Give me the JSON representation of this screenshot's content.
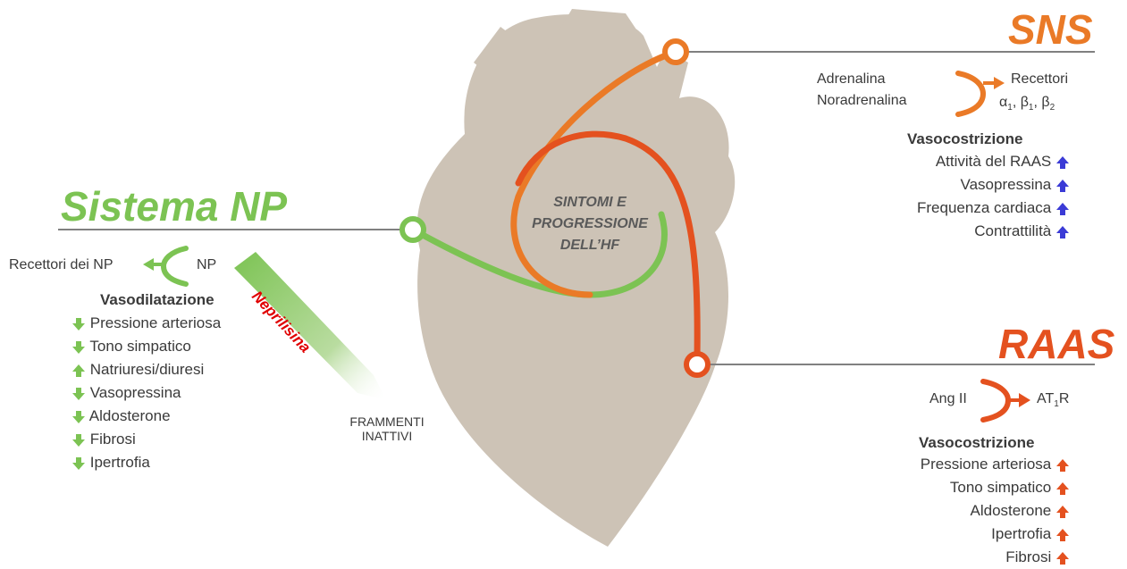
{
  "center": {
    "line1": "SINTOMI E",
    "line2": "PROGRESSIONE",
    "line3": "DELL’HF"
  },
  "sns": {
    "title": "SNS",
    "ligand1": "Adrenalina",
    "ligand2": "Noradrenalina",
    "receptor_label": "Recettori",
    "receptor_alpha": "α",
    "receptor_beta": "β",
    "sub1": "1",
    "sub2": "2",
    "effect_title": "Vasocostrizione",
    "effects": [
      "Attività del RAAS",
      "Vasopressina",
      "Frequenza cardiaca",
      "Contrattilità"
    ],
    "effect_arrow_color": "#3b3bd6"
  },
  "np": {
    "title": "Sistema NP",
    "receptor": "Recettori dei NP",
    "ligand": "NP",
    "effect_title": "Vasodilatazione",
    "effects": [
      "Pressione arteriosa",
      "Tono simpatico",
      "Natriuresi/diuresi",
      "Vasopressina",
      "Aldosterone",
      "Fibrosi",
      "Ipertrofia"
    ],
    "effect_directions": [
      "down",
      "down",
      "up",
      "down",
      "down",
      "down",
      "down"
    ],
    "color": "#7cc353"
  },
  "neprilisina": {
    "label": "Neprilisina",
    "fragments_line1": "FRAMMENTI",
    "fragments_line2": "INATTIVI"
  },
  "raas": {
    "title": "RAAS",
    "ligand": "Ang II",
    "receptor": "AT",
    "receptor_sub": "1",
    "receptor_suffix": "R",
    "effect_title": "Vasocostrizione",
    "effects": [
      "Pressione arteriosa",
      "Tono simpatico",
      "Aldosterone",
      "Ipertrofia",
      "Fibrosi"
    ],
    "color": "#e4511f"
  },
  "colors": {
    "heart": "#cdc3b6",
    "sns": "#ea7a27",
    "raas": "#e4511f",
    "np": "#7cc353",
    "line": "#808080"
  }
}
